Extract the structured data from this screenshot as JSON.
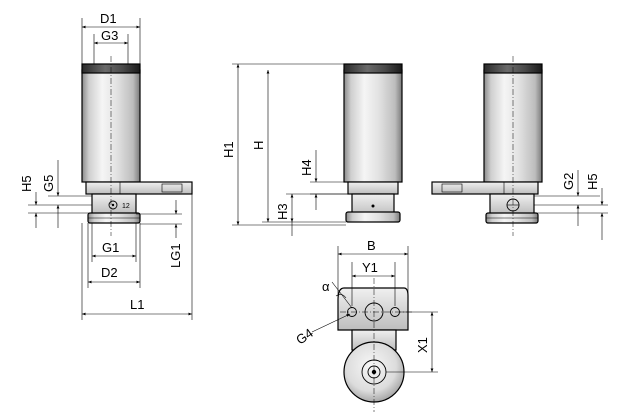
{
  "labels": {
    "d1": "D1",
    "g3": "G3",
    "h5": "H5",
    "g5": "G5",
    "g1": "G1",
    "d2": "D2",
    "lg1": "LG1",
    "l1": "L1",
    "h1": "H1",
    "h": "H",
    "h4": "H4",
    "h3": "H3",
    "g2": "G2",
    "h5_right": "H5",
    "b": "B",
    "y1": "Y1",
    "alpha": "α",
    "g4": "G4",
    "x1": "X1",
    "marker": "12"
  },
  "colors": {
    "ink": "#000000",
    "background": "#ffffff",
    "body_light": "#f2f2f2",
    "body_mid": "#d0d0d0",
    "body_dark": "#8a8a8a"
  }
}
